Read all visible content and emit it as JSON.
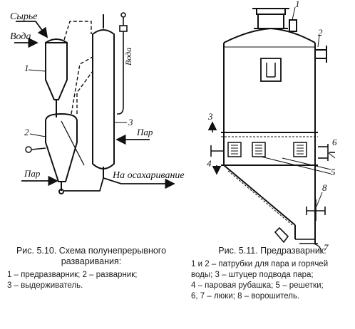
{
  "fig510": {
    "labels": {
      "raw": "Сырье",
      "water_left": "Вода",
      "water_top": "Вода",
      "steam_left": "Пар",
      "steam_right": "Пар",
      "to_saccharification": "На осахаривание",
      "n1": "1",
      "n2": "2",
      "n3": "3"
    },
    "caption": {
      "title_line1": "Рис. 5.10. Схема полунепрерывного",
      "title_line2": "разваривания:",
      "body_line1": "1 – предразварник; 2 – разварник;",
      "body_line2": "3 – выдерживатель."
    }
  },
  "fig511": {
    "labels": {
      "n1": "1",
      "n2": "2",
      "n3": "3",
      "n4": "4",
      "n5": "5",
      "n6": "6",
      "n7": "7",
      "n8": "8"
    },
    "caption": {
      "title": "Рис. 5.11. Предразварник:",
      "body_line1": "1 и 2 – патрубки для пара и горячей",
      "body_line2": "воды; 3 – штуцер подвода пара;",
      "body_line3": "4 – паровая рубашка; 5 – решетки;",
      "body_line4": "6, 7 – люки; 8 – ворошитель."
    }
  }
}
